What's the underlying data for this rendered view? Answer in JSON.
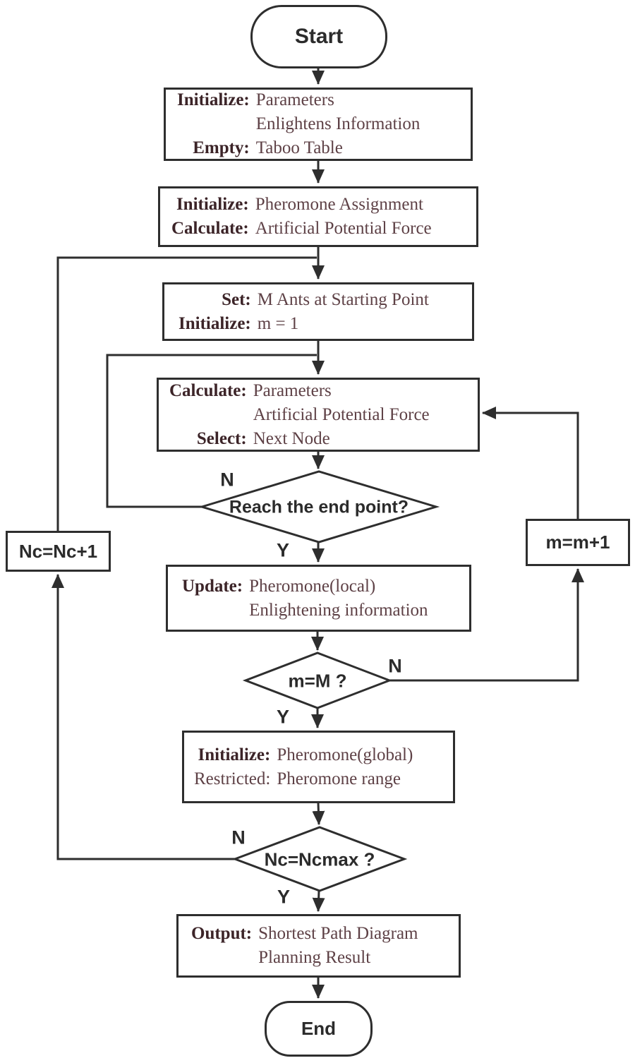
{
  "colors": {
    "line": "#2e2e2e",
    "keyword_text": "#3c2428",
    "body_text": "#5e4146",
    "label_text": "#2b2b2b",
    "node_fill": "#ffffff"
  },
  "nodes": {
    "start": {
      "label": "Start"
    },
    "init_params": {
      "lines": [
        {
          "keyword": "Initialize:",
          "text": "Parameters"
        },
        {
          "keyword": "",
          "text": "Enlightens Information"
        },
        {
          "keyword": "Empty:",
          "text": "Taboo Table"
        }
      ]
    },
    "init_pheromone": {
      "lines": [
        {
          "keyword": "Initialize:",
          "text": "Pheromone Assignment"
        },
        {
          "keyword": "Calculate:",
          "text": "Artificial Potential Force"
        }
      ]
    },
    "set_ants": {
      "lines": [
        {
          "keyword": "Set:",
          "text": "M Ants at Starting Point"
        },
        {
          "keyword": "Initialize:",
          "text": "m = 1"
        }
      ]
    },
    "calc_params": {
      "lines": [
        {
          "keyword": "Calculate:",
          "text": "Parameters"
        },
        {
          "keyword": "",
          "text": "Artificial Potential Force"
        },
        {
          "keyword": "Select:",
          "text": "Next Node"
        }
      ]
    },
    "reach_end_decision": {
      "label": "Reach the end point?"
    },
    "update_pheromone": {
      "lines": [
        {
          "keyword": "Update:",
          "text": "Pheromone(local)"
        },
        {
          "keyword": "",
          "text": "Enlightening information"
        }
      ]
    },
    "m_equals_M_decision": {
      "label": "m=M ?"
    },
    "init_global": {
      "lines": [
        {
          "keyword": "Initialize:",
          "text": "Pheromone(global)"
        },
        {
          "keyword": "Restricted:",
          "text": "Pheromone range"
        }
      ]
    },
    "nc_max_decision": {
      "label": "Nc=Ncmax ?"
    },
    "output_result": {
      "lines": [
        {
          "keyword": "Output:",
          "text": "Shortest Path Diagram"
        },
        {
          "keyword": "",
          "text": "Planning Result"
        }
      ]
    },
    "end": {
      "label": "End"
    },
    "increment_m": {
      "label": "m=m+1"
    },
    "increment_nc": {
      "label": "Nc=Nc+1"
    }
  },
  "branch_labels": {
    "reach_end_no": "N",
    "reach_end_yes": "Y",
    "m_no": "N",
    "m_yes": "Y",
    "nc_no": "N",
    "nc_yes": "Y"
  }
}
